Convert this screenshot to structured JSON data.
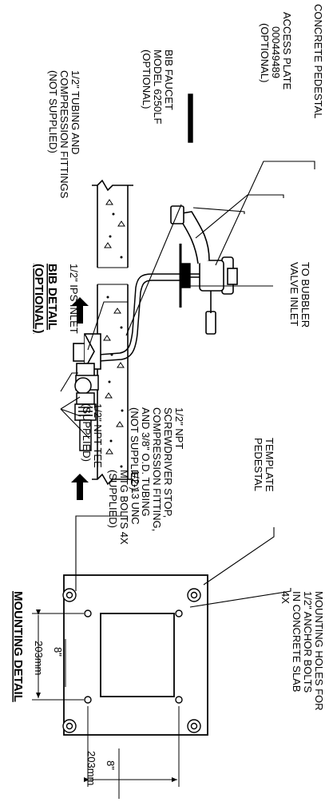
{
  "labels": {
    "concrete_pedestal": [
      "CONCRETE PEDESTAL"
    ],
    "access_plate": [
      "ACCESS PLATE",
      "000449489",
      "(OPTIONAL)"
    ],
    "bib_faucet": [
      "BIB FAUCET",
      "MODEL 6250LF",
      "(OPTIONAL)"
    ],
    "tubing": [
      "1/2\" TUBING AND",
      "COMPRESSION FITTINGS",
      "(NOT SUPPLIED)"
    ],
    "bubbler": [
      "TO BUBBLER",
      "VALVE INLET"
    ],
    "ips_inlet": [
      "1/2\" IPS INLET"
    ],
    "bib_detail": [
      "BIB DETAIL",
      "(OPTIONAL)"
    ],
    "stop": [
      "1/2\" NPT",
      "SCREWDRIVER STOP,",
      "COMPRESSION FITTING,",
      "AND 3/8\" O.D. TUBING",
      "(NOT SUPPLIED)"
    ],
    "tee": [
      "1/2\" NPT TEE",
      "(SUPPLIED)"
    ],
    "template": [
      "TEMPLATE",
      "PEDESTAL"
    ],
    "mounting_holes": [
      "MOUNTING HOLES FOR",
      "1/2\" ANCHOR BOLTS",
      "IN CONCRETE SLAB",
      "4X"
    ],
    "bolts": [
      "1/2-13 UNC",
      "MTG BOLTS 4X",
      "(SUPPLIED)"
    ],
    "mounting_detail": [
      "MOUNTING DETAIL"
    ],
    "dim_left": [
      "8\"",
      "203mm"
    ],
    "dim_bottom": [
      "8\"",
      "203mm"
    ]
  }
}
